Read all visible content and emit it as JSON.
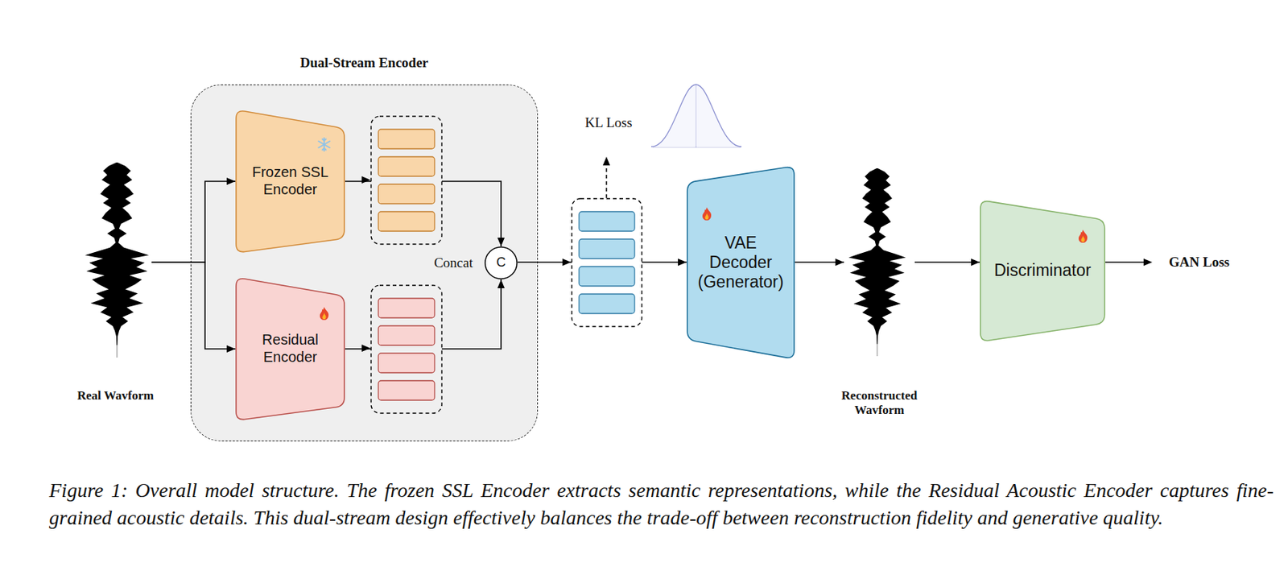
{
  "diagram": {
    "caption": "Figure 1: Overall model structure. The frozen SSL Encoder extracts semantic representations, while the Residual Acoustic Encoder captures fine-grained acoustic details. This dual-stream design effectively balances the trade-off between reconstruction fidelity and generative quality.",
    "nodes": [
      {
        "text": [
          "Real Wavform"
        ]
      },
      {
        "text": [
          "Dual-Stream Encoder"
        ]
      },
      {
        "text": [
          "Frozen SSL Encoder"
        ],
        "in": 1
      },
      {
        "text": [
          "Residual Encoder"
        ],
        "in": 1
      },
      {
        "text": [
          "C",
          "Concat"
        ],
        "in": 1
      },
      {
        "text": [
          "VAE Decoder (Generator)"
        ]
      },
      {
        "text": [
          "Reconstructed Wavform"
        ]
      },
      {
        "text": [
          "Discriminator"
        ]
      }
    ],
    "edges": [
      {
        "from": 0,
        "to": 2,
        "arrow": "to"
      },
      {
        "from": 0,
        "to": 3,
        "arrow": "to"
      },
      {
        "from": 2,
        "to": 4,
        "arrow": "to"
      },
      {
        "from": 3,
        "to": 4,
        "arrow": "to"
      },
      {
        "from": 4,
        "to": 5,
        "arrow": "to"
      },
      {
        "from": 5,
        "to": 6,
        "arrow": "to"
      },
      {
        "from": 6,
        "to": 7,
        "arrow": "to"
      }
    ],
    "labels": [
      "KL Loss",
      "GAN Loss"
    ]
  }
}
